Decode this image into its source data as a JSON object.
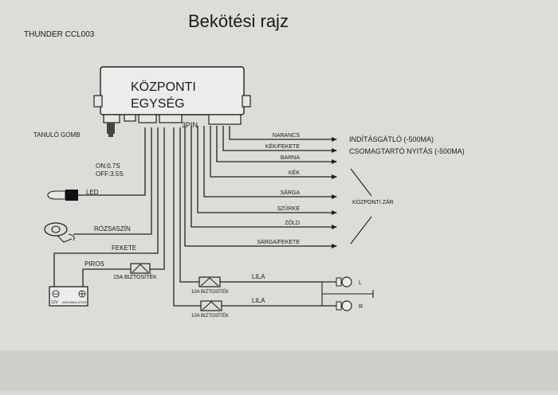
{
  "title": "Bekötési rajz",
  "model": "THUNDER CCL003",
  "unit": {
    "line1": "KÖZPONTI",
    "line2": "EGYSÉG",
    "connector": "3PIN"
  },
  "learn": {
    "button": "TANULÓ GOMB",
    "on": "ON:0.7S",
    "off": "OFF:3.5S"
  },
  "left_labels": {
    "led": "LED",
    "siren": "RÓZSASZÍN",
    "ground": "FEKETE",
    "power": "PIROS"
  },
  "fuses": {
    "main": "15A BIZTOSÍTÉK",
    "lila1": "10A BIZTOSÍTÉK",
    "lila2": "10A BIZTOSÍTÉK"
  },
  "battery": {
    "voltage": "12V",
    "text": "AKKUMULÁTOR"
  },
  "right_wires": [
    {
      "label": "NARANCS"
    },
    {
      "label": "KÉK/FEKETE"
    },
    {
      "label": "BARNA"
    },
    {
      "label": "KÉK"
    },
    {
      "label": "SÁRGA"
    },
    {
      "label": "SZÜRKE"
    },
    {
      "label": "ZÖLD"
    },
    {
      "label": "SÁRGA/FEKETE"
    }
  ],
  "outputs": {
    "immobilizer": "INDÍTÁSGÁTLÓ (-500MA)",
    "trunk": "CSOMAGTARTÓ NYITÁS (-500MA)",
    "central_lock": "KÖZPONTI ZÁR"
  },
  "lights": {
    "wire1": "LILA",
    "wire2": "LILA",
    "left": "L",
    "right": "R"
  }
}
